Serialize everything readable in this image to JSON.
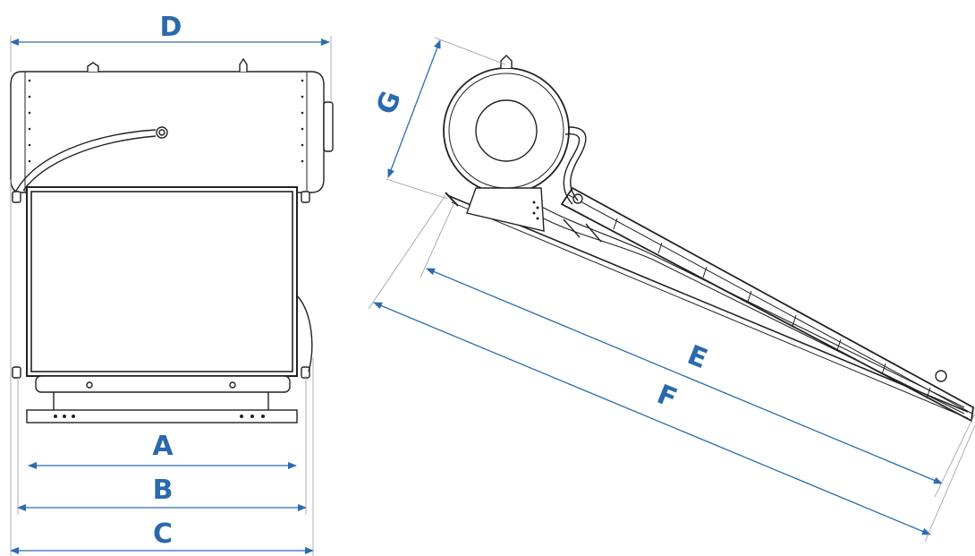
{
  "labels": {
    "a": "A",
    "b": "B",
    "c": "C",
    "d": "D",
    "e": "E",
    "f": "F",
    "g": "G"
  },
  "colors": {
    "dimension": "#2b6cb0",
    "label": "#2a69ad",
    "line": "#222222",
    "light_line": "#8a8a8a"
  }
}
